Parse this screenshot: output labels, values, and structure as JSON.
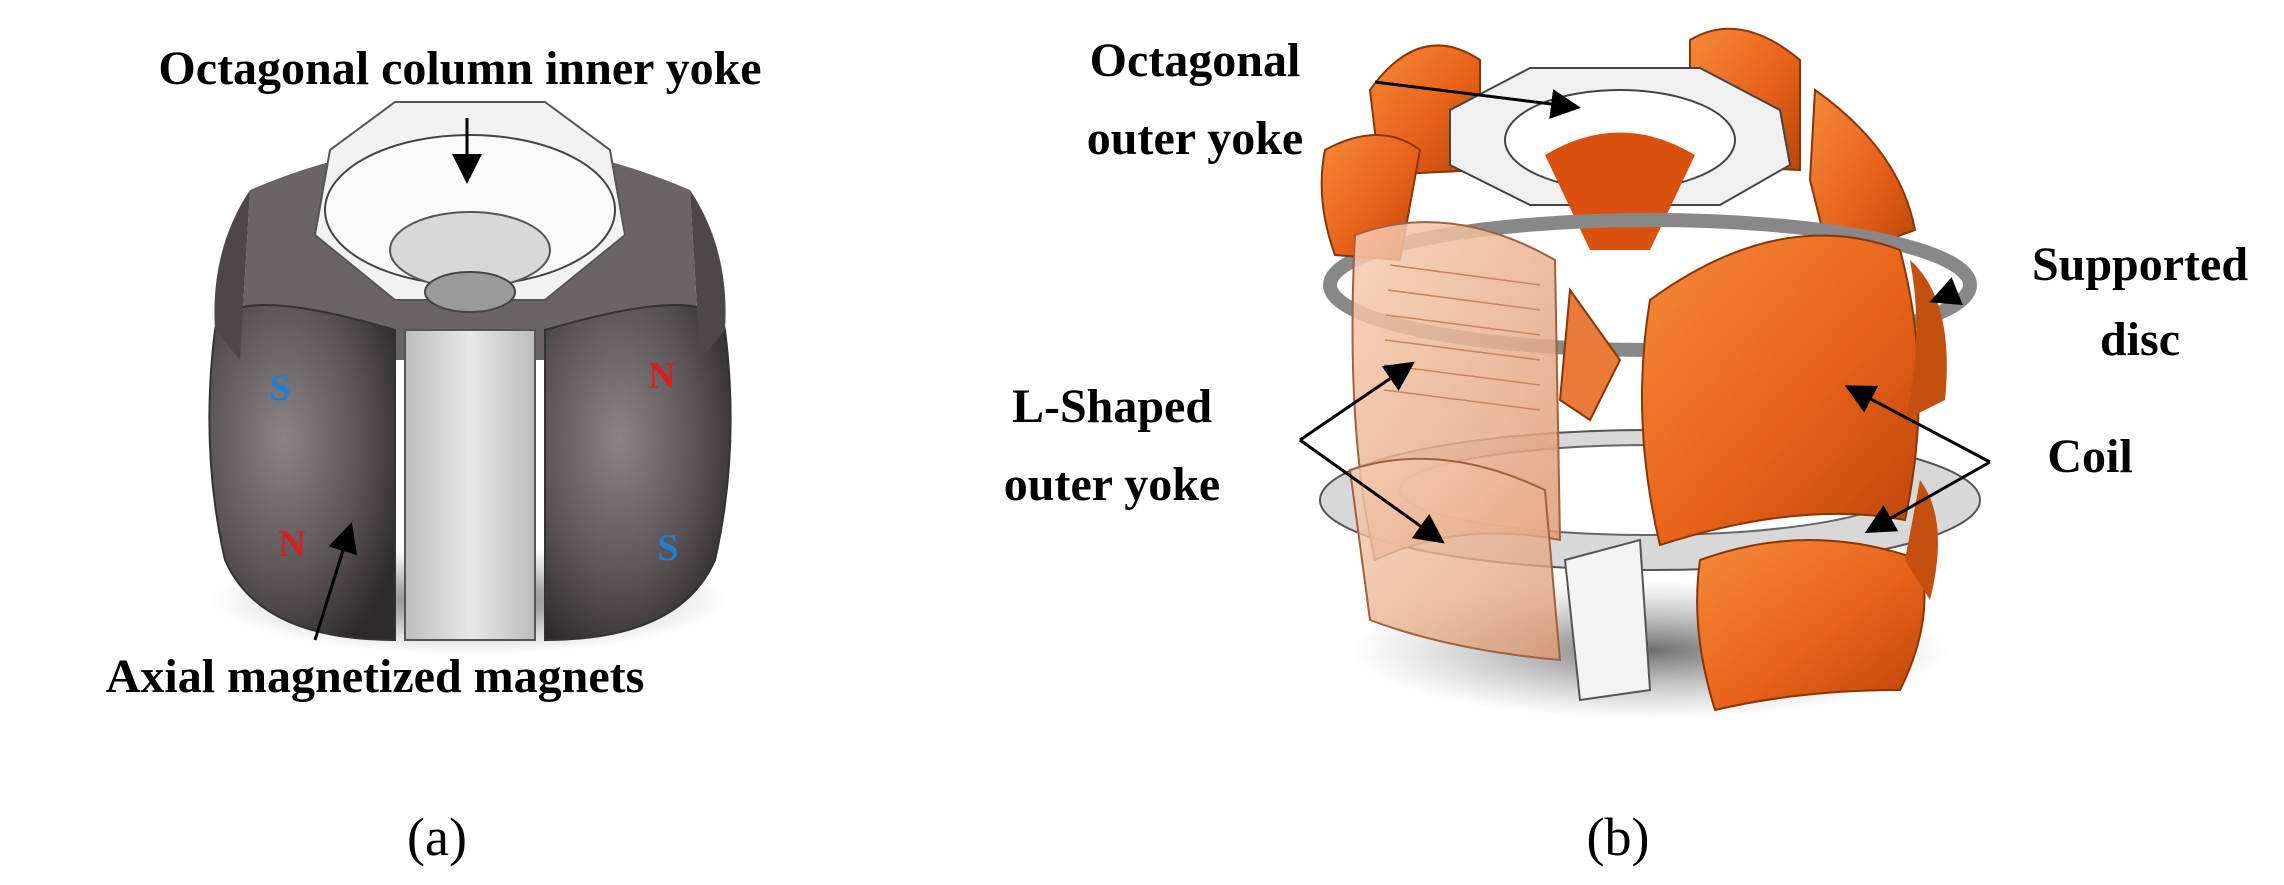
{
  "panel_a": {
    "caption": "(a)",
    "labels": {
      "inner_yoke": "Octagonal column inner yoke",
      "magnets": "Axial magnetized magnets"
    },
    "poles": {
      "left_upper": "S",
      "left_lower": "N",
      "right_upper": "N",
      "right_lower": "S"
    }
  },
  "panel_b": {
    "caption": "(b)",
    "labels": {
      "outer_yoke_line1": "Octagonal",
      "outer_yoke_line2": "outer yoke",
      "disc_line1": "Supported",
      "disc_line2": "disc",
      "lshaped_line1": "L-Shaped",
      "lshaped_line2": "outer yoke",
      "coil": "Coil"
    }
  },
  "colors": {
    "magnet_dark": "#5a5456",
    "yoke_light": "#e6e6e6",
    "coil_orange": "#e8621a",
    "coil_transparent": "#f2b48f",
    "pole_s": "#1f7fd0",
    "pole_n": "#d42020"
  }
}
